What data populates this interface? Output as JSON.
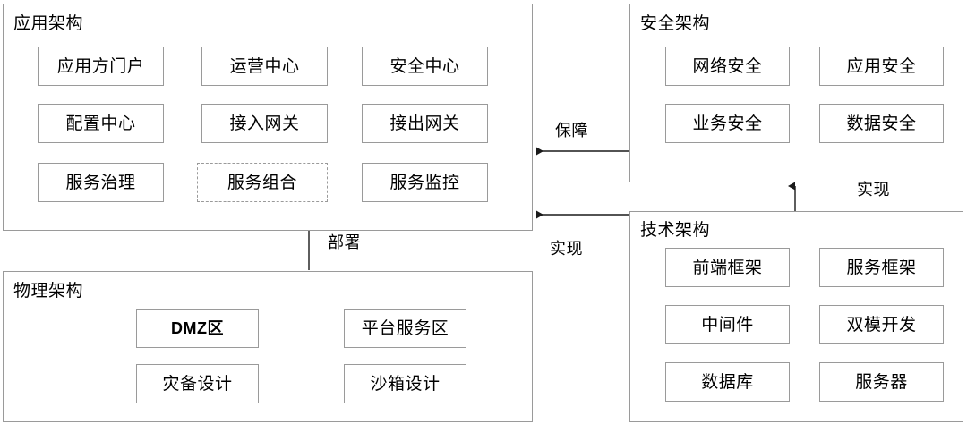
{
  "diagram": {
    "title_text_language": "zh",
    "background_color": "#ffffff",
    "border_color": "#9a9a9a",
    "line_color": "#1a1a1a"
  },
  "panels": {
    "application": {
      "title": "应用架构",
      "nodes": [
        {
          "label": "应用方门户",
          "style": "solid"
        },
        {
          "label": "运营中心",
          "style": "solid"
        },
        {
          "label": "安全中心",
          "style": "solid"
        },
        {
          "label": "配置中心",
          "style": "solid"
        },
        {
          "label": "接入网关",
          "style": "solid"
        },
        {
          "label": "接出网关",
          "style": "solid"
        },
        {
          "label": "服务治理",
          "style": "solid"
        },
        {
          "label": "服务组合",
          "style": "dashed"
        },
        {
          "label": "服务监控",
          "style": "solid"
        }
      ]
    },
    "security": {
      "title": "安全架构",
      "nodes": [
        {
          "label": "网络安全",
          "style": "solid"
        },
        {
          "label": "应用安全",
          "style": "solid"
        },
        {
          "label": "业务安全",
          "style": "solid"
        },
        {
          "label": "数据安全",
          "style": "solid"
        }
      ]
    },
    "technology": {
      "title": "技术架构",
      "nodes": [
        {
          "label": "前端框架",
          "style": "solid"
        },
        {
          "label": "服务框架",
          "style": "solid"
        },
        {
          "label": "中间件",
          "style": "solid"
        },
        {
          "label": "双模开发",
          "style": "solid"
        },
        {
          "label": "数据库",
          "style": "solid"
        },
        {
          "label": "服务器",
          "style": "solid"
        }
      ]
    },
    "physical": {
      "title": "物理架构",
      "nodes": [
        {
          "label": "DMZ区",
          "style": "bold"
        },
        {
          "label": "平台服务区",
          "style": "solid"
        },
        {
          "label": "灾备设计",
          "style": "solid"
        },
        {
          "label": "沙箱设计",
          "style": "solid"
        }
      ]
    }
  },
  "connections": [
    {
      "id": "security-to-application",
      "label": "保障",
      "direction": "left"
    },
    {
      "id": "technology-to-application",
      "label": "实现",
      "direction": "left"
    },
    {
      "id": "technology-to-security",
      "label": "实现",
      "direction": "up"
    },
    {
      "id": "physical-to-application",
      "label": "部署",
      "direction": "up"
    }
  ]
}
